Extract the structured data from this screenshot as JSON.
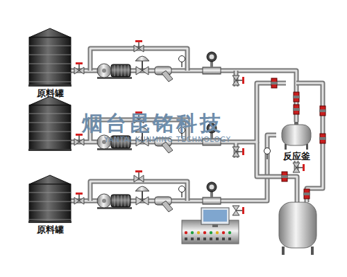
{
  "diagram": {
    "nodes": [
      {
        "text": [
          "原料罐"
        ]
      },
      {
        "text": [
          "原料罐"
        ]
      },
      {
        "text": [
          "反应釜"
        ]
      }
    ],
    "edges": [
      {
        "from": 0,
        "to": 2,
        "arrow": "none"
      },
      {
        "from": 1,
        "to": 2,
        "arrow": "none"
      }
    ],
    "labels": [
      "烟台昆铭科技",
      "YANTAI KUNMING TECHNOLOGY"
    ]
  }
}
